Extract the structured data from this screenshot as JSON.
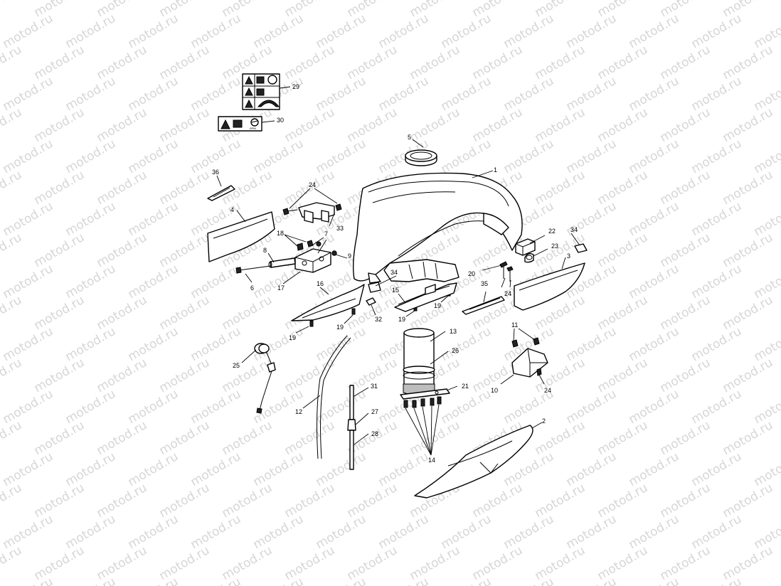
{
  "watermark": "motod.ru",
  "callouts": [
    {
      "id": "c1",
      "label": "1"
    },
    {
      "id": "c2",
      "label": "2"
    },
    {
      "id": "c3",
      "label": "3"
    },
    {
      "id": "c4",
      "label": "4"
    },
    {
      "id": "c5",
      "label": "5"
    },
    {
      "id": "c6",
      "label": "6"
    },
    {
      "id": "c7",
      "label": "7"
    },
    {
      "id": "c8",
      "label": "8"
    },
    {
      "id": "c9",
      "label": "9"
    },
    {
      "id": "c10",
      "label": "10"
    },
    {
      "id": "c11",
      "label": "11"
    },
    {
      "id": "c12",
      "label": "12"
    },
    {
      "id": "c13",
      "label": "13"
    },
    {
      "id": "c14",
      "label": "14"
    },
    {
      "id": "c15",
      "label": "15"
    },
    {
      "id": "c16",
      "label": "16"
    },
    {
      "id": "c17",
      "label": "17"
    },
    {
      "id": "c18",
      "label": "18"
    },
    {
      "id": "c19a",
      "label": "19"
    },
    {
      "id": "c19b",
      "label": "19"
    },
    {
      "id": "c19c",
      "label": "19"
    },
    {
      "id": "c19d",
      "label": "19"
    },
    {
      "id": "c20",
      "label": "20"
    },
    {
      "id": "c21",
      "label": "21"
    },
    {
      "id": "c22",
      "label": "22"
    },
    {
      "id": "c23",
      "label": "23"
    },
    {
      "id": "c24a",
      "label": "24"
    },
    {
      "id": "c24b",
      "label": "24"
    },
    {
      "id": "c24c",
      "label": "24"
    },
    {
      "id": "c25",
      "label": "25"
    },
    {
      "id": "c26",
      "label": "26"
    },
    {
      "id": "c27",
      "label": "27"
    },
    {
      "id": "c28",
      "label": "28"
    },
    {
      "id": "c29",
      "label": "29"
    },
    {
      "id": "c30",
      "label": "30"
    },
    {
      "id": "c31",
      "label": "31"
    },
    {
      "id": "c32",
      "label": "32"
    },
    {
      "id": "c33",
      "label": "33"
    },
    {
      "id": "c34a",
      "label": "34"
    },
    {
      "id": "c34b",
      "label": "34"
    },
    {
      "id": "c35",
      "label": "35"
    },
    {
      "id": "c36",
      "label": "36"
    }
  ],
  "label_rpm": "RPM"
}
